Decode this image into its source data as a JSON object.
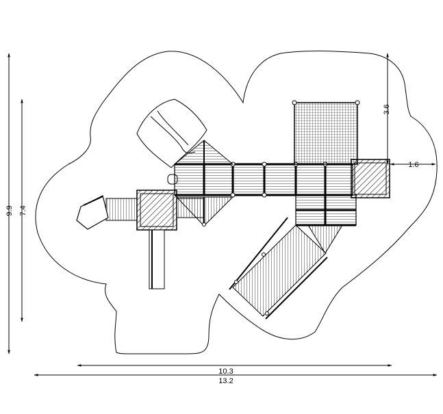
{
  "drawing": {
    "dimensions": {
      "overall_width": "13.2",
      "inner_width": "10.3",
      "overall_height": "9.9",
      "inner_height": "7.4",
      "tower_depth": "3.6",
      "side_offset": "1.6"
    },
    "colors": {
      "line": "#000000",
      "background": "#ffffff"
    }
  }
}
